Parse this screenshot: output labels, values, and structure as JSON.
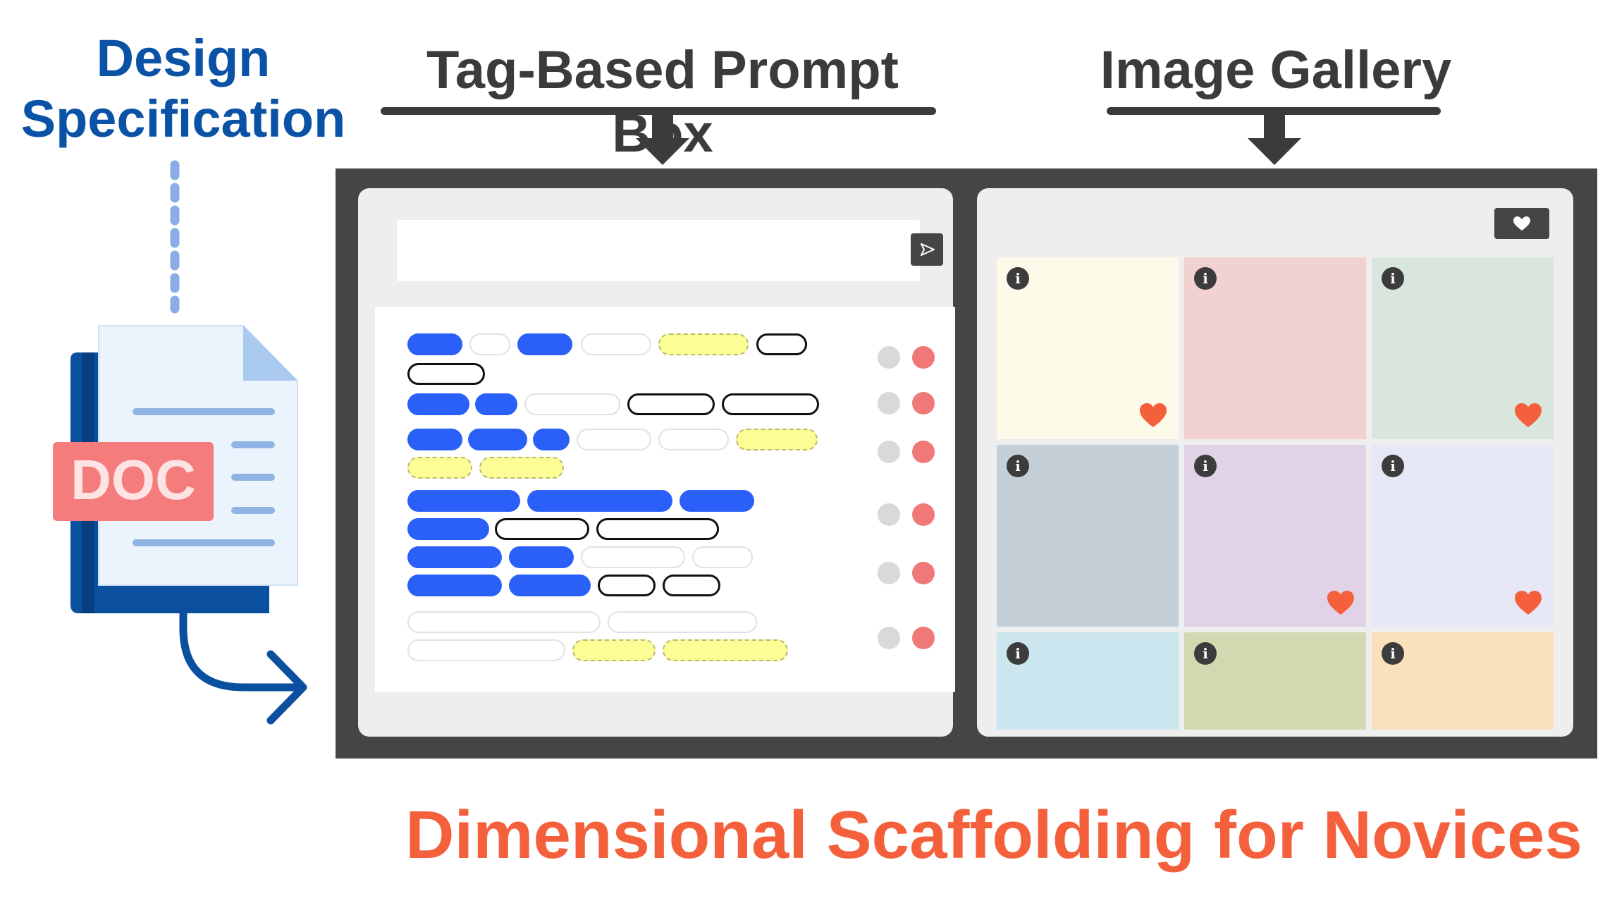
{
  "labels": {
    "design_spec_line1": "Design",
    "design_spec_line2": "Specification",
    "prompt_box": "Tag-Based Prompt Box",
    "gallery": "Image Gallery",
    "doc_icon": "DOC",
    "bottom_title": "Dimensional Scaffolding for Novices"
  },
  "colors": {
    "accent_blue": "#0a52a5",
    "title_orange": "#f5603c",
    "frame": "#454545",
    "tag_blue": "#2a60f8",
    "tag_yellow": "#fdfd96",
    "heart": "#f5603c"
  },
  "icons": {
    "send": "send-icon",
    "favorites": "heart-icon",
    "info": "info-icon",
    "document": "document-icon"
  },
  "gallery": {
    "info_glyph": "i",
    "cells": [
      {
        "color": "#fdfaea",
        "heart": true
      },
      {
        "color": "#f2d2d1",
        "heart": false
      },
      {
        "color": "#d8e6de",
        "heart": true
      },
      {
        "color": "#c4cfd8",
        "heart": false
      },
      {
        "color": "#e2d2e8",
        "heart": true
      },
      {
        "color": "#e6e8f5",
        "heart": true
      },
      {
        "color": "#cbe6ee",
        "heart": false
      },
      {
        "color": "#d2d8b0",
        "heart": false
      },
      {
        "color": "#fbe0bc",
        "heart": false
      }
    ]
  }
}
